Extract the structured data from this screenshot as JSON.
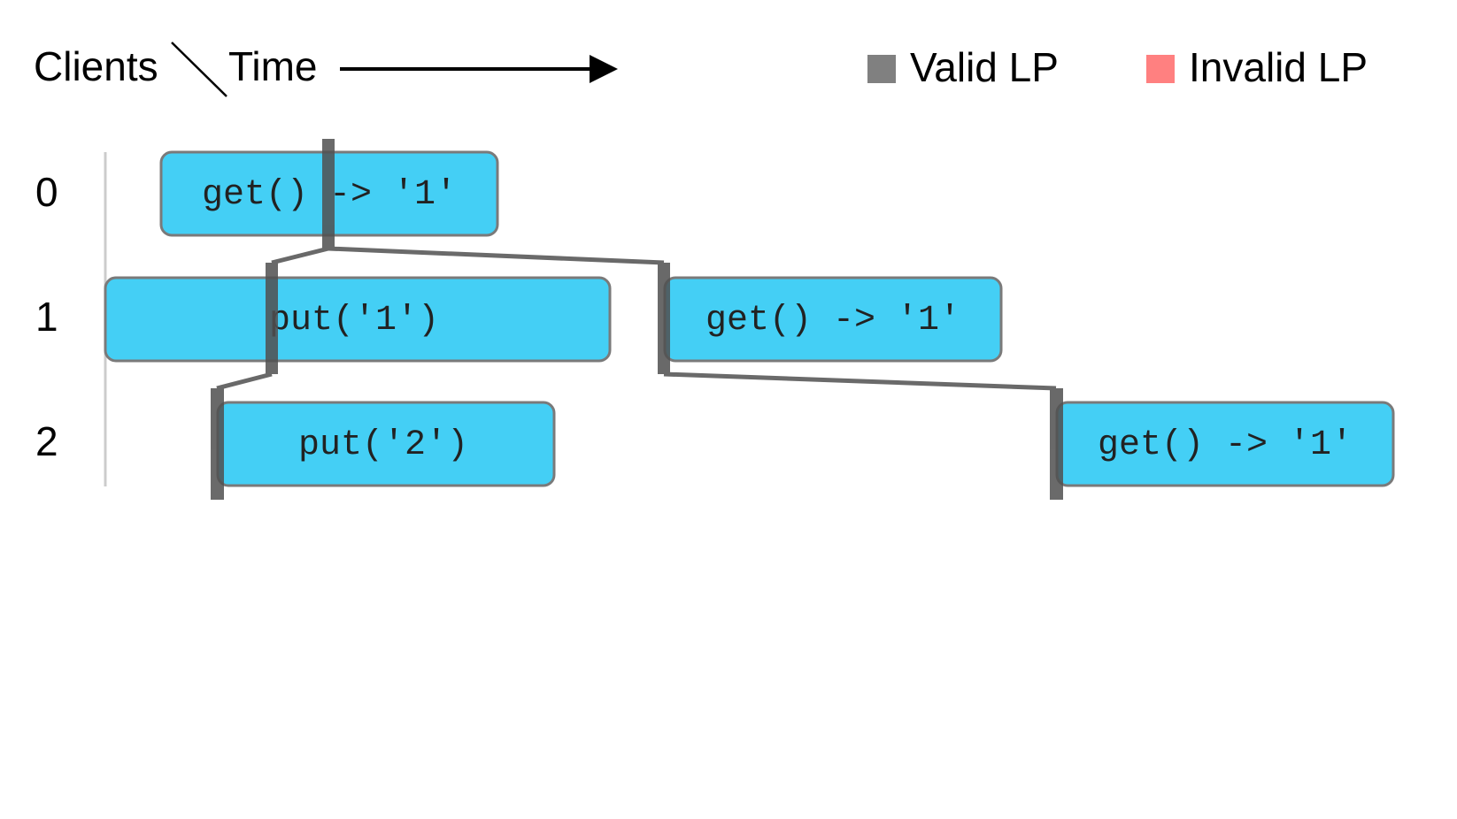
{
  "header": {
    "clients_label": "Clients",
    "time_label": "Time"
  },
  "legend": [
    {
      "label": "Valid LP",
      "color": "#808080"
    },
    {
      "label": "Invalid LP",
      "color": "#ff8080"
    }
  ],
  "clients": [
    "0",
    "1",
    "2"
  ],
  "operations": [
    {
      "id": "op-0",
      "client": 0,
      "label": "get() -> '1'",
      "color": "#44cff5"
    },
    {
      "id": "op-1",
      "client": 1,
      "label": "put('1')",
      "color": "#44cff5"
    },
    {
      "id": "op-2",
      "client": 1,
      "label": "get() -> '1'",
      "color": "#44cff5"
    },
    {
      "id": "op-3",
      "client": 2,
      "label": "put('2')",
      "color": "#44cff5"
    },
    {
      "id": "op-4",
      "client": 2,
      "label": "get() -> '1'",
      "color": "#44cff5"
    }
  ],
  "colors": {
    "lp": "#505050",
    "op_border": "#7a7a7a",
    "lane": "#cccccc"
  }
}
